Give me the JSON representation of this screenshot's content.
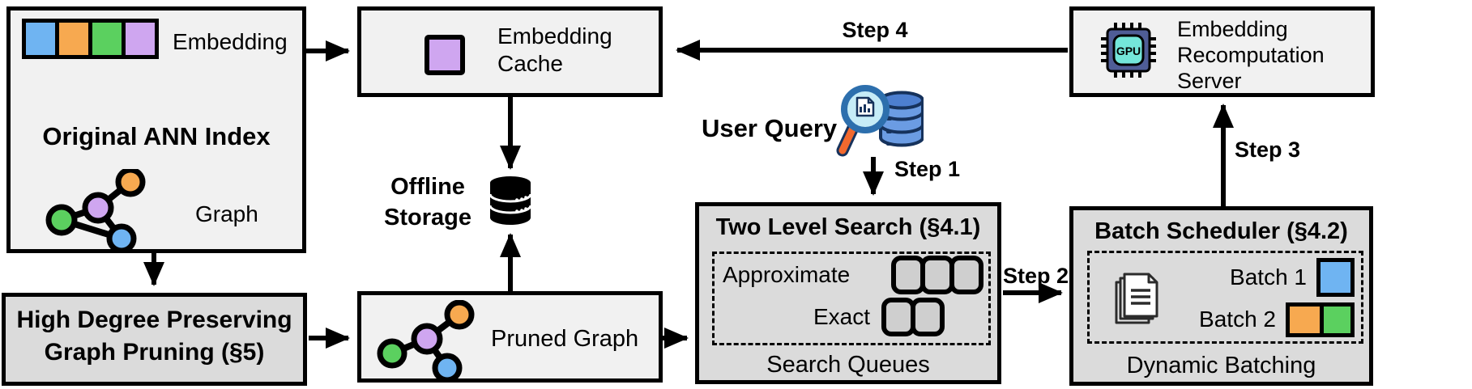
{
  "figure": {
    "ann_index": {
      "embedding_label": "Embedding",
      "title": "Original ANN Index",
      "graph_label": "Graph"
    },
    "pruning": {
      "line1": "High Degree Preserving",
      "line2": "Graph Pruning (§5)"
    },
    "cache": {
      "line1": "Embedding",
      "line2": "Cache"
    },
    "storage": {
      "line1": "Offline",
      "line2": "Storage"
    },
    "pruned_graph": {
      "label": "Pruned Graph"
    },
    "user_query": {
      "label": "User Query"
    },
    "search": {
      "title": "Two Level Search (§4.1)",
      "approximate_label": "Approximate",
      "exact_label": "Exact",
      "footer": "Search Queues"
    },
    "scheduler": {
      "title": "Batch Scheduler (§4.2)",
      "batch1_label": "Batch 1",
      "batch2_label": "Batch 2",
      "footer": "Dynamic Batching"
    },
    "server": {
      "line1": "Embedding",
      "line2": "Recomputation",
      "line3": "Server",
      "gpu_label": "GPU"
    },
    "steps": {
      "s1": "Step 1",
      "s2": "Step 2",
      "s3": "Step 3",
      "s4": "Step 4"
    },
    "colors": {
      "blue": "#6fb4f2",
      "orange": "#f7a950",
      "green": "#5bd05f",
      "purple": "#cfa6f0",
      "box_light": "#f1f1f1",
      "box_dark": "#dbdbdb",
      "outline": "#000000",
      "query_db_blue": "#6b9ce3",
      "lens_fill": "#c6ecf7",
      "handle_orange": "#f2692e",
      "gpu_body": "#4f5d96",
      "gpu_core": "#74e6da"
    }
  }
}
